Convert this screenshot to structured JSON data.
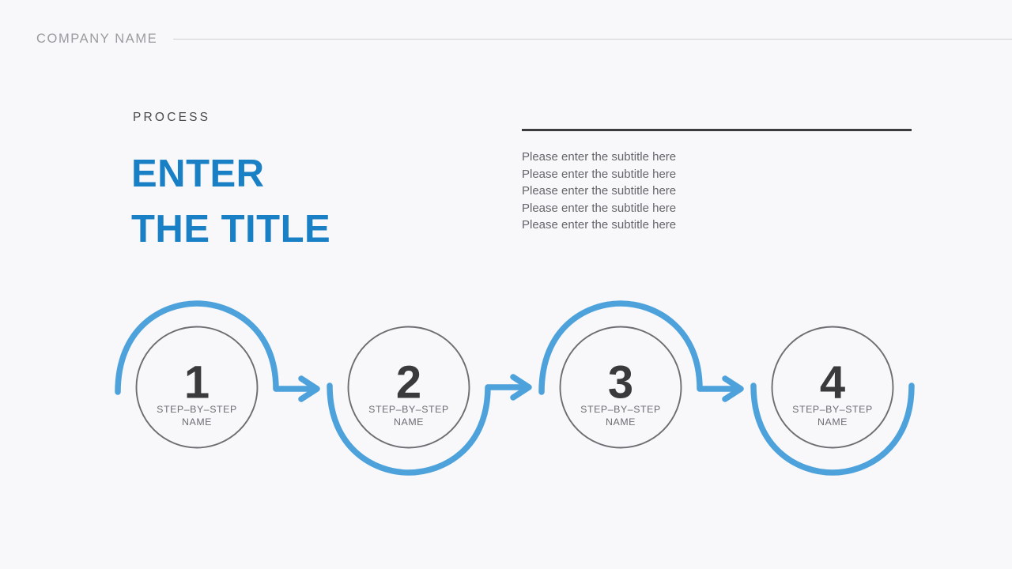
{
  "header": {
    "company_name": "COMPANY NAME"
  },
  "title_block": {
    "eyebrow": "PROCESS",
    "title_line_1": "ENTER",
    "title_line_2": "THE TITLE"
  },
  "subtitle_block": {
    "lines": [
      "Please enter the subtitle here",
      "Please enter the subtitle here",
      "Please enter the subtitle here",
      "Please enter the subtitle here",
      "Please enter the subtitle here"
    ]
  },
  "process": {
    "steps": [
      {
        "number": "1",
        "label_line_1": "STEP–BY–STEP",
        "label_line_2": "NAME",
        "arc_position": "top",
        "has_arrow": true
      },
      {
        "number": "2",
        "label_line_1": "STEP–BY–STEP",
        "label_line_2": "NAME",
        "arc_position": "bottom",
        "has_arrow": true
      },
      {
        "number": "3",
        "label_line_1": "STEP–BY–STEP",
        "label_line_2": "NAME",
        "arc_position": "top",
        "has_arrow": true
      },
      {
        "number": "4",
        "label_line_1": "STEP–BY–STEP",
        "label_line_2": "NAME",
        "arc_position": "bottom",
        "has_arrow": false
      }
    ]
  },
  "colors": {
    "background": "#f8f7fa",
    "accent_blue": "#4da2db",
    "title_blue": "#1a80c6",
    "circle_outline": "#6e6e72",
    "dark_rule": "#3c3c3e",
    "light_rule": "#cfcfd4",
    "muted_text": "#66666a"
  }
}
